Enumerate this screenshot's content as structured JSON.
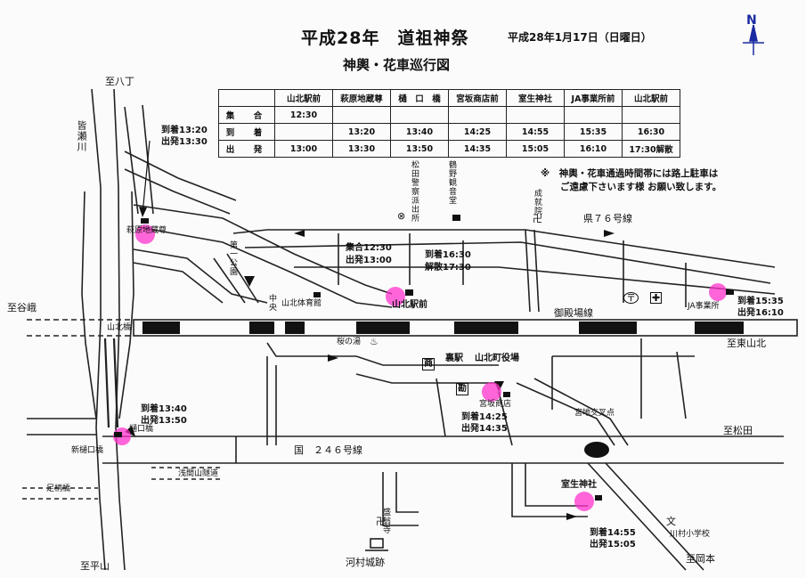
{
  "title": "平成28年　道祖神祭",
  "date": "平成28年1月17日（日曜日）",
  "subtitle": "神輿・花車巡行図",
  "north": "N",
  "schedule": {
    "headers": [
      "",
      "山北駅前",
      "萩原地蔵尊",
      "樋　口　橋",
      "宮坂商店前",
      "室生神社",
      "JA事業所前",
      "山北駅前"
    ],
    "rows": [
      [
        "集　合",
        "12:30",
        "",
        "",
        "",
        "",
        "",
        ""
      ],
      [
        "到　着",
        "",
        "13:20",
        "13:40",
        "14:25",
        "14:55",
        "15:35",
        "16:30"
      ],
      [
        "出　発",
        "13:00",
        "13:30",
        "13:50",
        "14:35",
        "15:05",
        "16:10",
        "17:30解散"
      ]
    ]
  },
  "notice": {
    "line1": "※　神輿・花車通過時間帯には路上駐車は",
    "line2": "ご遠慮下さいます様 お願い致します。"
  },
  "labels": {
    "to_hachicho": "至八丁",
    "minasegawa": "皆瀬川",
    "to_tanigamine": "至谷峨",
    "yamakita_bridge": "山北橋",
    "ashigarabashi": "足柄橋",
    "to_hirayama": "至平山",
    "shin_higuchibashi": "新樋口橋",
    "higuchibashi": "樋口橋",
    "asamayama_tunnel": "浅間山隧道",
    "route246": "国　２４６号線",
    "to_matsuda": "至松田",
    "to_higashiyamakita": "至東山北",
    "to_okamoto": "至岡本",
    "kawamura_castle": "河村城跡",
    "seiryuji": "盛翁寺",
    "kawamura_school": "川村小学校",
    "miyaji_crossing": "宮地交叉点",
    "murou_shrine": "室生神社",
    "town_office": "山北町役場",
    "miyasaka_store": "宮坂商店",
    "ura_station": "裏駅",
    "sakura_no_yu": "桜の湯",
    "gotenba_line": "御殿場線",
    "yamakita_station": "山北駅前",
    "gym": "山北体育館",
    "chuo": "中央",
    "daiichi_park": "第一公園",
    "ja_office": "JA事業所",
    "route76": "県７６号線",
    "jotokuin": "成就院",
    "police_box": "松田警察派出所",
    "tsurunobo_kannon": "鶴野観音堂",
    "hagiwara_jizo": "萩原地蔵尊",
    "post_sym": "〒",
    "hosp_sym": "✚",
    "shop_sym": "商",
    "hot_sym": "♨",
    "kan_sym": "勘",
    "temple_sym": "卍",
    "police_sym": "⊗",
    "school_sym": "文"
  },
  "times": {
    "hagiwara": [
      "到着13:20",
      "出発13:30"
    ],
    "station": [
      "集合12:30",
      "出発13:00"
    ],
    "station_end": [
      "到着16:30",
      "解散17:30"
    ],
    "higuchi": [
      "到着13:40",
      "出発13:50"
    ],
    "miyasaka": [
      "到着14:25",
      "出発14:35"
    ],
    "murou": [
      "到着14:55",
      "出発15:05"
    ],
    "ja": [
      "到着15:35",
      "出発16:10"
    ]
  },
  "colors": {
    "stop_marker": "#ff33cc",
    "line": "#222222",
    "north_arrow": "#1a2aa0"
  }
}
